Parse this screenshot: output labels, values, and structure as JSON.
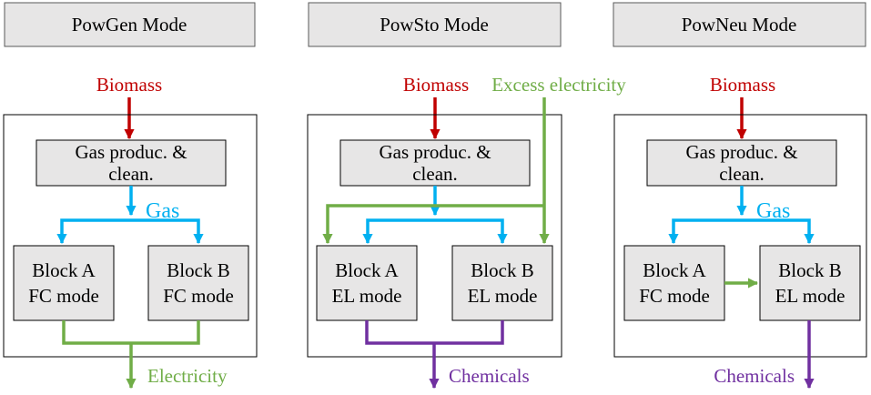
{
  "colors": {
    "biomass": "#c00000",
    "gas": "#00b0f0",
    "electricity": "#70ad47",
    "chemicals": "#7030a0",
    "box_fill": "#e7e6e6",
    "border": "#595959",
    "text": "#000000"
  },
  "modes": [
    {
      "title": "PowGen Mode",
      "biomass": "Biomass",
      "process_line1": "Gas produc. &",
      "process_line2": "clean.",
      "gas_label": "Gas",
      "block_a_line1": "Block A",
      "block_a_line2": "FC mode",
      "block_b_line1": "Block B",
      "block_b_line2": "FC mode",
      "output": "Electricity"
    },
    {
      "title": "PowSto Mode",
      "biomass": "Biomass",
      "excess_input": "Excess electricity",
      "process_line1": "Gas produc. &",
      "process_line2": "clean.",
      "block_a_line1": "Block A",
      "block_a_line2": "EL mode",
      "block_b_line1": "Block B",
      "block_b_line2": "EL mode",
      "output": "Chemicals"
    },
    {
      "title": "PowNeu Mode",
      "biomass": "Biomass",
      "process_line1": "Gas produc. &",
      "process_line2": "clean.",
      "gas_label": "Gas",
      "block_a_line1": "Block A",
      "block_a_line2": "FC mode",
      "block_b_line1": "Block B",
      "block_b_line2": "EL mode",
      "output": "Chemicals"
    }
  ]
}
